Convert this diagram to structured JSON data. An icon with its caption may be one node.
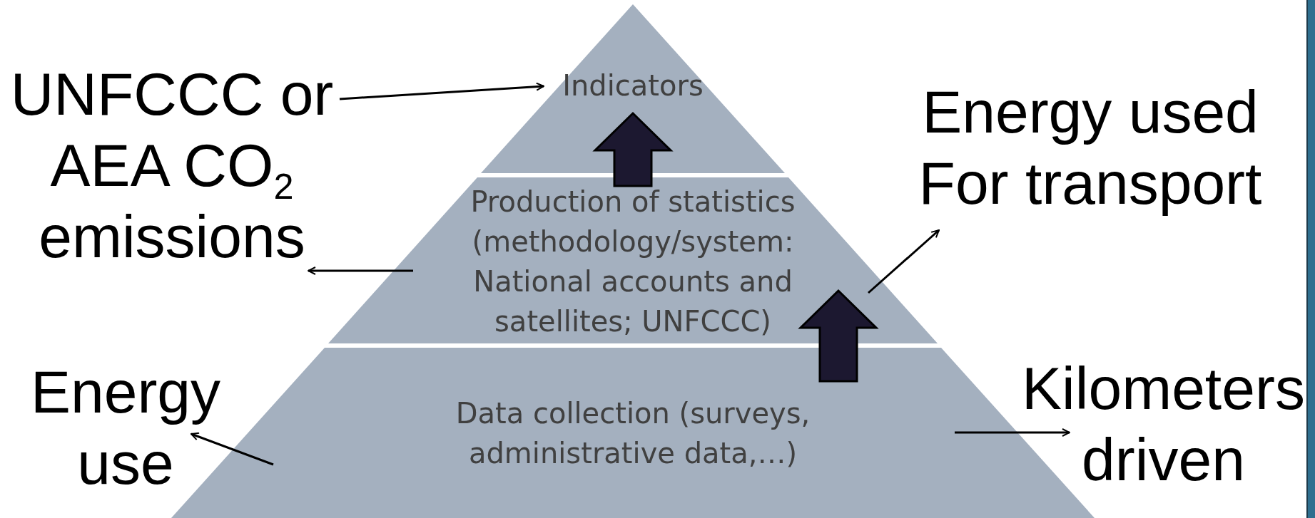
{
  "diagram": {
    "nodes": [
      {
        "text": [
          "Indicators"
        ]
      },
      {
        "text": [
          "Production of statistics (methodology/system: National accounts and satellites; UNFCCC)"
        ]
      },
      {
        "text": [
          "Data collection (surveys, administrative data,…)"
        ]
      },
      {
        "text": [
          "UNFCCC or AEA CO$_{2}$ emissions"
        ]
      },
      {
        "text": [
          "Energy used For transport"
        ]
      },
      {
        "text": [
          "Energy use"
        ]
      },
      {
        "text": [
          "Kilometers driven"
        ]
      }
    ],
    "edges": [
      {
        "from": 3,
        "to": 0,
        "arrow": "to"
      },
      {
        "from": 1,
        "to": 0,
        "arrow": "to",
        "style": "thick"
      },
      {
        "from": 1,
        "to": 3,
        "arrow": "to"
      },
      {
        "from": 1,
        "to": 4,
        "arrow": "to"
      },
      {
        "from": 2,
        "to": 1,
        "arrow": "to",
        "style": "thick"
      },
      {
        "from": 2,
        "to": 5,
        "arrow": "to"
      },
      {
        "from": 2,
        "to": 6,
        "arrow": "to"
      }
    ]
  }
}
